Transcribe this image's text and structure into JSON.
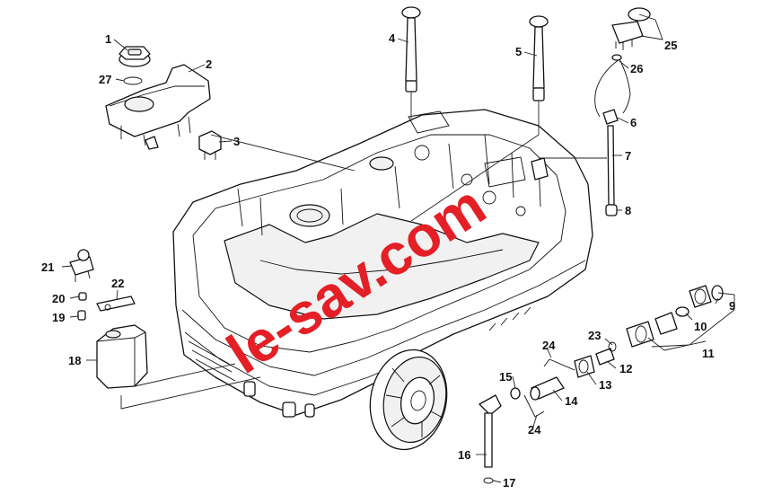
{
  "watermark": {
    "text": "le-sav.com",
    "color": "#e41f26"
  },
  "callouts": {
    "c1": "1",
    "c2": "2",
    "c3": "3",
    "c4": "4",
    "c5": "5",
    "c6": "6",
    "c7": "7",
    "c8": "8",
    "c9": "9",
    "c10": "10",
    "c11": "11",
    "c12": "12",
    "c13": "13",
    "c14": "14",
    "c15": "15",
    "c16": "16",
    "c17": "17",
    "c18": "18",
    "c19": "19",
    "c20": "20",
    "c21": "21",
    "c22": "22",
    "c23": "23",
    "c24a": "24",
    "c24b": "24",
    "c25": "25",
    "c26": "26",
    "c27": "27"
  },
  "icons": {
    "base": "housing-base-icon",
    "wheel": "wheel-icon",
    "tank": "detergent-tank-icon"
  }
}
